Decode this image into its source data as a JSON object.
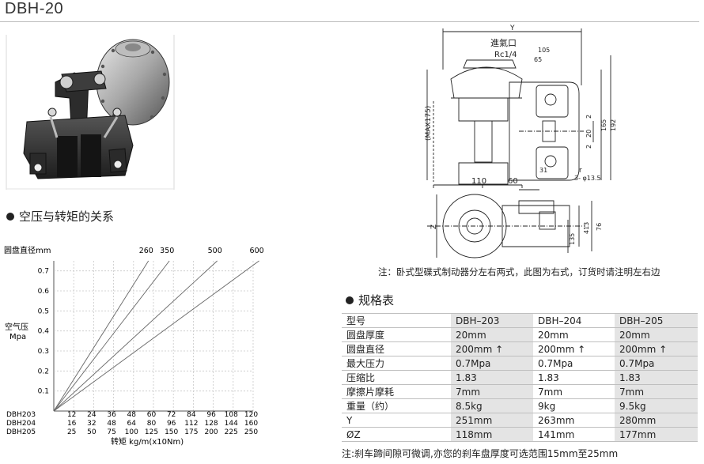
{
  "page": {
    "title": "DBH-20",
    "photo_alt": "DBH-20 pneumatic disc brake"
  },
  "chart": {
    "section_title": "空压与转矩的关系",
    "ylabel_top": "圆盘直径mm",
    "ylabel_side_1": "空气压",
    "ylabel_side_2": "Mpa",
    "xlabel": "转矩 kg/m(x10Nm)"
  },
  "chart_data": {
    "type": "line",
    "title": "空压与转矩的关系",
    "xlabel": "转矩 kg/m(x10Nm)",
    "ylabel": "空气压 Mpa",
    "ylim": [
      0,
      0.75
    ],
    "yticks": [
      "0.1",
      "0.2",
      "0.3",
      "0.4",
      "0.5",
      "0.6",
      "0.7"
    ],
    "x_rows": [
      {
        "model": "DBH203",
        "values": [
          "12",
          "24",
          "36",
          "48",
          "60",
          "72",
          "84",
          "96",
          "108",
          "120"
        ]
      },
      {
        "model": "DBH204",
        "values": [
          "16",
          "32",
          "48",
          "64",
          "80",
          "96",
          "112",
          "128",
          "144",
          "160"
        ]
      },
      {
        "model": "DBH205",
        "values": [
          "25",
          "50",
          "75",
          "100",
          "125",
          "150",
          "175",
          "200",
          "225",
          "250"
        ]
      }
    ],
    "disc_diameter_label": "圆盘直径mm",
    "series": [
      {
        "name": "260",
        "x": [
          0,
          4.75
        ],
        "y": [
          0,
          0.75
        ]
      },
      {
        "name": "350",
        "x": [
          0,
          5.8
        ],
        "y": [
          0,
          0.75
        ]
      },
      {
        "name": "500",
        "x": [
          0,
          8.2
        ],
        "y": [
          0,
          0.75
        ]
      },
      {
        "name": "600",
        "x": [
          0,
          10.3
        ],
        "y": [
          0,
          0.75
        ]
      }
    ],
    "grid": true
  },
  "drawing": {
    "inlet_label": "進氣口",
    "inlet_spec": "Rc1/4",
    "dims": [
      "Y",
      "105",
      "65",
      "(MAX175)",
      "2",
      "20",
      "2",
      "165",
      "192",
      "110",
      "60",
      "31",
      "r",
      "3- φ13.5",
      "Z",
      "413",
      "76",
      "135"
    ],
    "note": "注：卧式型碟式制动器分左右两式，此图为右式，订货时请注明左右边"
  },
  "specs": {
    "section_title": "规格表",
    "header": [
      "型号",
      "DBH–203",
      "DBH–204",
      "DBH–205"
    ],
    "rows": [
      [
        "圆盘厚度",
        "20mm",
        "20mm",
        "20mm"
      ],
      [
        "圆盘直径",
        "200mm ↑",
        "200mm ↑",
        "200mm ↑"
      ],
      [
        "最大压力",
        "0.7Mpa",
        "0.7Mpa",
        "0.7Mpa"
      ],
      [
        "压缩比",
        "1.83",
        "1.83",
        "1.83"
      ],
      [
        "摩擦片摩耗",
        "7mm",
        "7mm",
        "7mm"
      ],
      [
        "重量（约）",
        "8.5kg",
        "9kg",
        "9.5kg"
      ],
      [
        "Y",
        "251mm",
        "263mm",
        "280mm"
      ],
      [
        "ØZ",
        "118mm",
        "141mm",
        "177mm"
      ]
    ],
    "footnote": "注:刹车蹄间隙可微调,亦您的刹车盘厚度可选范围15mm至25mm"
  }
}
